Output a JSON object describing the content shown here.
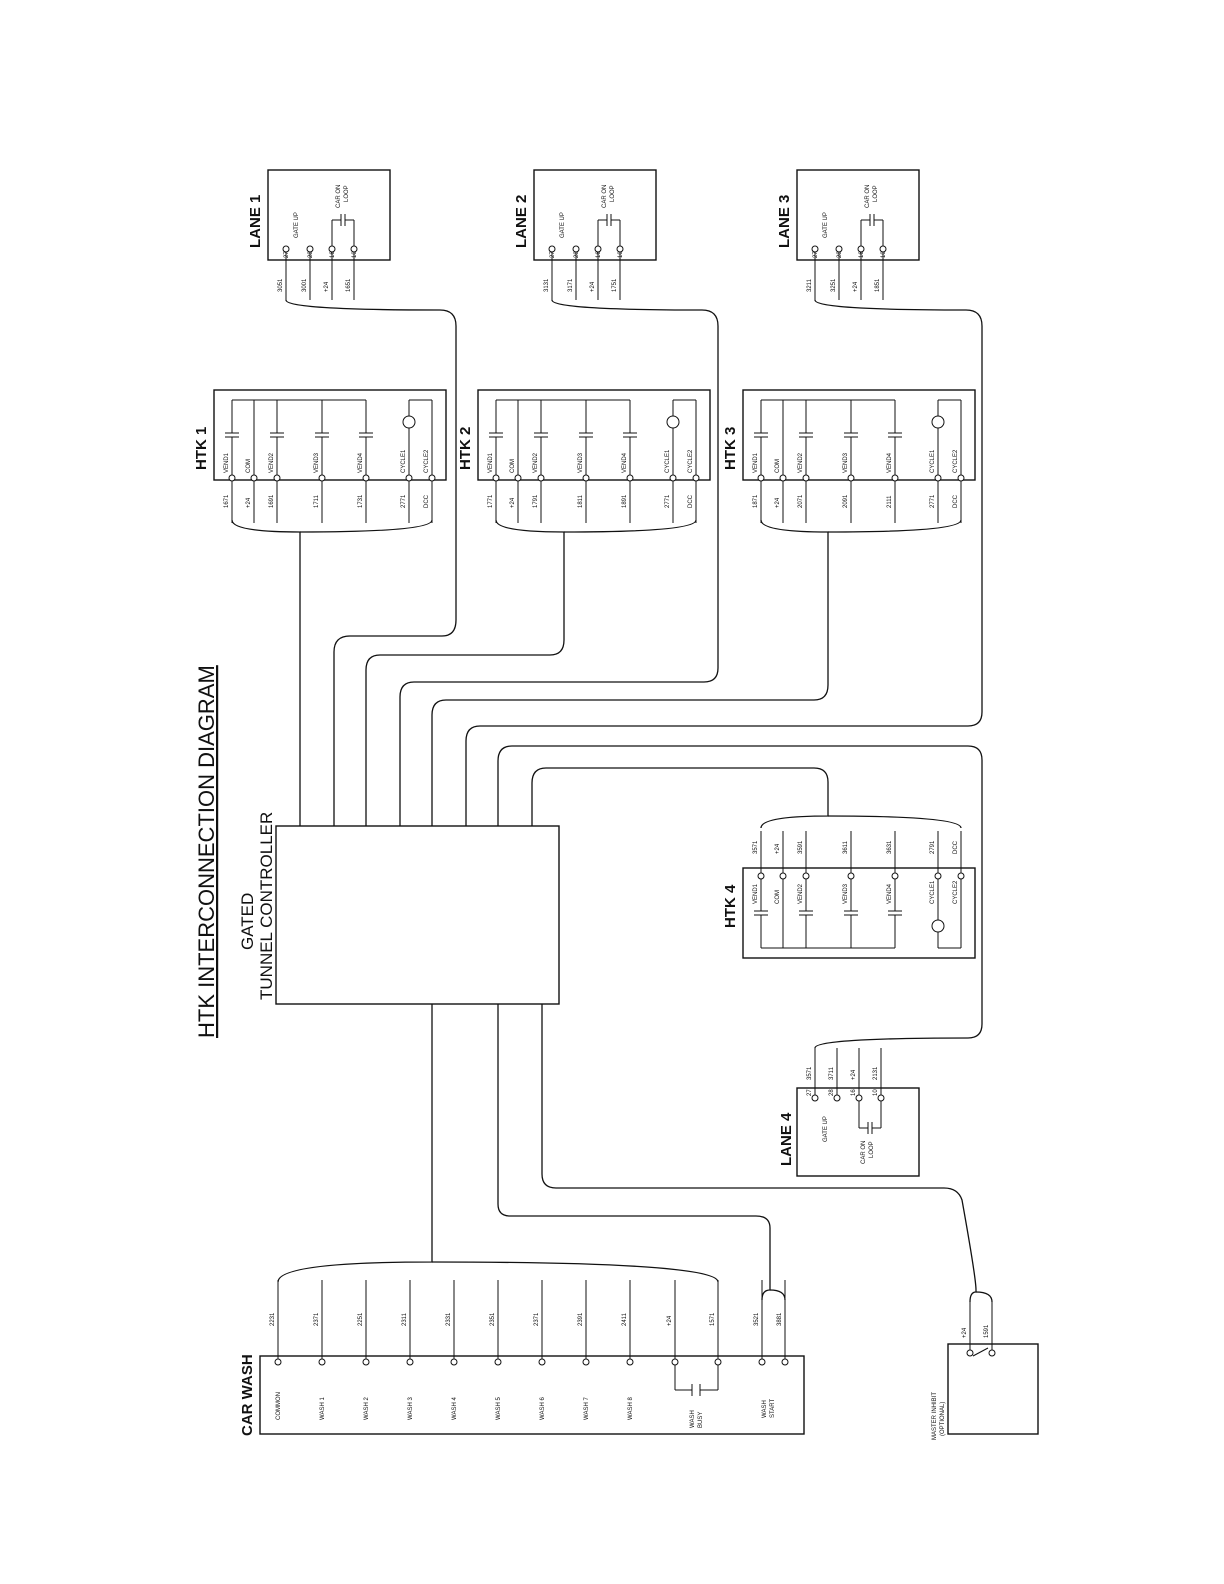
{
  "title": "HTK INTERCONNECTION DIAGRAM",
  "controller": {
    "line1": "GATED",
    "line2": "TUNNEL CONTROLLER"
  },
  "lanes": [
    {
      "label": "LANE 1",
      "terminals": [
        "27",
        "28",
        "16",
        "10"
      ],
      "wires": [
        "3051",
        "3001",
        "+24",
        "1651"
      ],
      "gate_label": "GATE UP",
      "loop_label": "CAR ON LOOP"
    },
    {
      "label": "LANE 2",
      "terminals": [
        "27",
        "28",
        "16",
        "10"
      ],
      "wires": [
        "3131",
        "3171",
        "+24",
        "1751"
      ],
      "gate_label": "GATE UP",
      "loop_label": "CAR ON LOOP"
    },
    {
      "label": "LANE 3",
      "terminals": [
        "27",
        "28",
        "16",
        "10"
      ],
      "wires": [
        "3211",
        "3251",
        "+24",
        "1851"
      ],
      "gate_label": "GATE UP",
      "loop_label": "CAR ON LOOP"
    },
    {
      "label": "LANE 4",
      "terminals": [
        "27",
        "28",
        "16",
        "10"
      ],
      "wires": [
        "3571",
        "3711",
        "+24",
        "2131"
      ],
      "gate_label": "GATE UP",
      "loop_label": "CAR ON LOOP"
    }
  ],
  "htks": [
    {
      "label": "HTK 1",
      "terminals": [
        "VEND1",
        "COM",
        "VEND2",
        "VEND3",
        "VEND4",
        "CYCLE1",
        "CYCLE2"
      ],
      "wires": [
        "1671",
        "+24",
        "1691",
        "1711",
        "1731",
        "2771",
        "DCC"
      ]
    },
    {
      "label": "HTK 2",
      "terminals": [
        "VEND1",
        "COM",
        "VEND2",
        "VEND3",
        "VEND4",
        "CYCLE1",
        "CYCLE2"
      ],
      "wires": [
        "1771",
        "+24",
        "1791",
        "1811",
        "1891",
        "2771",
        "DCC"
      ]
    },
    {
      "label": "HTK 3",
      "terminals": [
        "VEND1",
        "COM",
        "VEND2",
        "VEND3",
        "VEND4",
        "CYCLE1",
        "CYCLE2"
      ],
      "wires": [
        "1871",
        "+24",
        "2071",
        "2091",
        "2111",
        "2771",
        "DCC"
      ]
    },
    {
      "label": "HTK 4",
      "terminals": [
        "VEND1",
        "COM",
        "VEND2",
        "VEND3",
        "VEND4",
        "CYCLE1",
        "CYCLE2"
      ],
      "wires": [
        "3571",
        "+24",
        "3591",
        "3611",
        "3631",
        "2791",
        "DCC"
      ]
    }
  ],
  "carwash": {
    "label": "CAR WASH",
    "terminals": [
      "COMMON",
      "WASH 1",
      "WASH 2",
      "WASH 3",
      "WASH 4",
      "WASH 5",
      "WASH 6",
      "WASH 7",
      "WASH 8",
      "",
      "",
      "",
      ""
    ],
    "wires": [
      "2231",
      "2371",
      "2251",
      "2311",
      "2331",
      "2351",
      "2371",
      "2391",
      "2411",
      "+24",
      "1571",
      "3521",
      "3881"
    ],
    "busy_label": "WASH BUSY",
    "start_label": "WASH START"
  },
  "inhibit": {
    "label": "MASTER INHIBIT (OPTIONAL)",
    "wires": [
      "+24",
      "1591"
    ]
  }
}
